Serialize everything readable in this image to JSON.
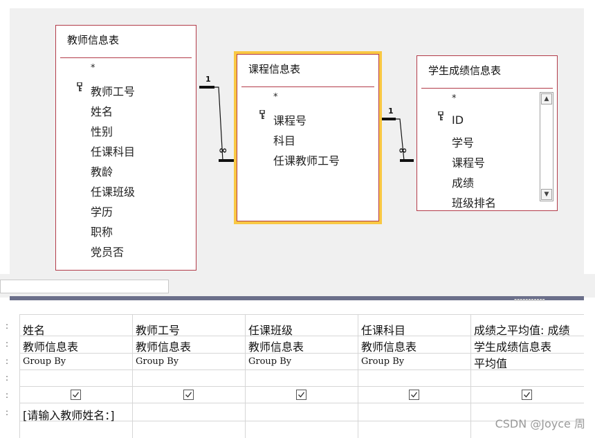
{
  "tables": {
    "teacher": {
      "title": "教师信息表",
      "star": "*",
      "fields": [
        "教师工号",
        "姓名",
        "性别",
        "任课科目",
        "教龄",
        "任课班级",
        "学历",
        "职称",
        "党员否"
      ]
    },
    "course": {
      "title": "课程信息表",
      "star": "*",
      "fields": [
        "课程号",
        "科目",
        "任课教师工号"
      ]
    },
    "score": {
      "title": "学生成绩信息表",
      "star": "*",
      "fields": [
        "ID",
        "学号",
        "课程号",
        "成绩",
        "班级排名"
      ],
      "scroll_up": "▲",
      "scroll_down": "▼"
    }
  },
  "relations": [
    {
      "one_label": "1",
      "many_label": "∞"
    },
    {
      "one_label": "1",
      "many_label": "∞"
    }
  ],
  "grid": {
    "row_markers": [
      ":",
      ":",
      ":",
      ":",
      ":",
      ":"
    ],
    "columns": [
      {
        "field": "姓名",
        "table": "教师信息表",
        "total": "Group By",
        "show": true,
        "criteria": "[请输入教师姓名：]"
      },
      {
        "field": "教师工号",
        "table": "教师信息表",
        "total": "Group By",
        "show": true,
        "criteria": ""
      },
      {
        "field": "任课班级",
        "table": "教师信息表",
        "total": "Group By",
        "show": true,
        "criteria": ""
      },
      {
        "field": "任课科目",
        "table": "教师信息表",
        "total": "Group By",
        "show": true,
        "criteria": ""
      },
      {
        "field": "成绩之平均值: 成绩",
        "table": "学生成绩信息表",
        "total": "平均值",
        "show": true,
        "criteria": ""
      }
    ]
  },
  "watermark": "CSDN @Joyce 周",
  "colors": {
    "table_border": "#b23a48",
    "selected_outline": "#f9c843",
    "canvas": "#f0f0f0",
    "divider": "#6b6f8a"
  }
}
